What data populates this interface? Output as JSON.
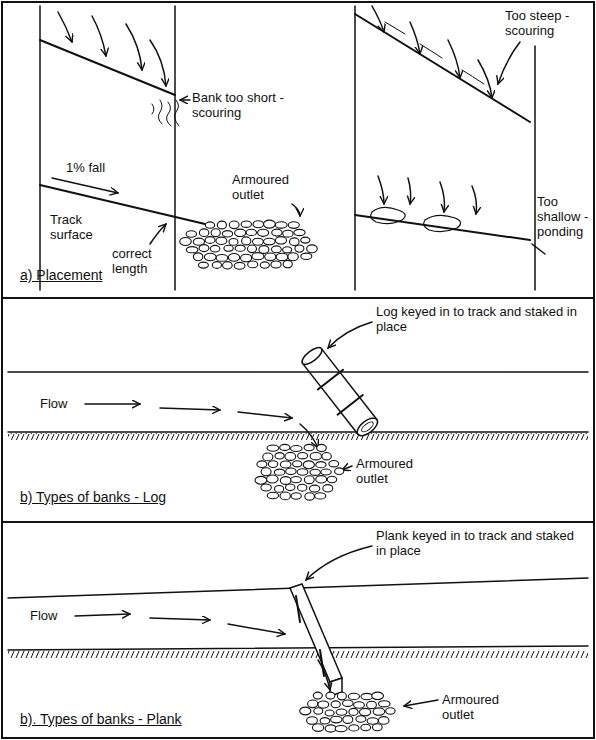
{
  "diagram": {
    "labels": [
      "Bank too short -scouring",
      "Too steep -scouring",
      "1% fall",
      "Armoured outlet",
      "Too shallow -ponding",
      "Track surface",
      "correct length",
      "a) Placement",
      "Log keyed in to track and staked in place",
      "Flow",
      "Armoured outlet",
      "b) Types of banks - Log",
      "Plank keyed in to track and staked in place",
      "Flow",
      "Armoured outlet",
      "b). Types of banks - Plank"
    ]
  }
}
